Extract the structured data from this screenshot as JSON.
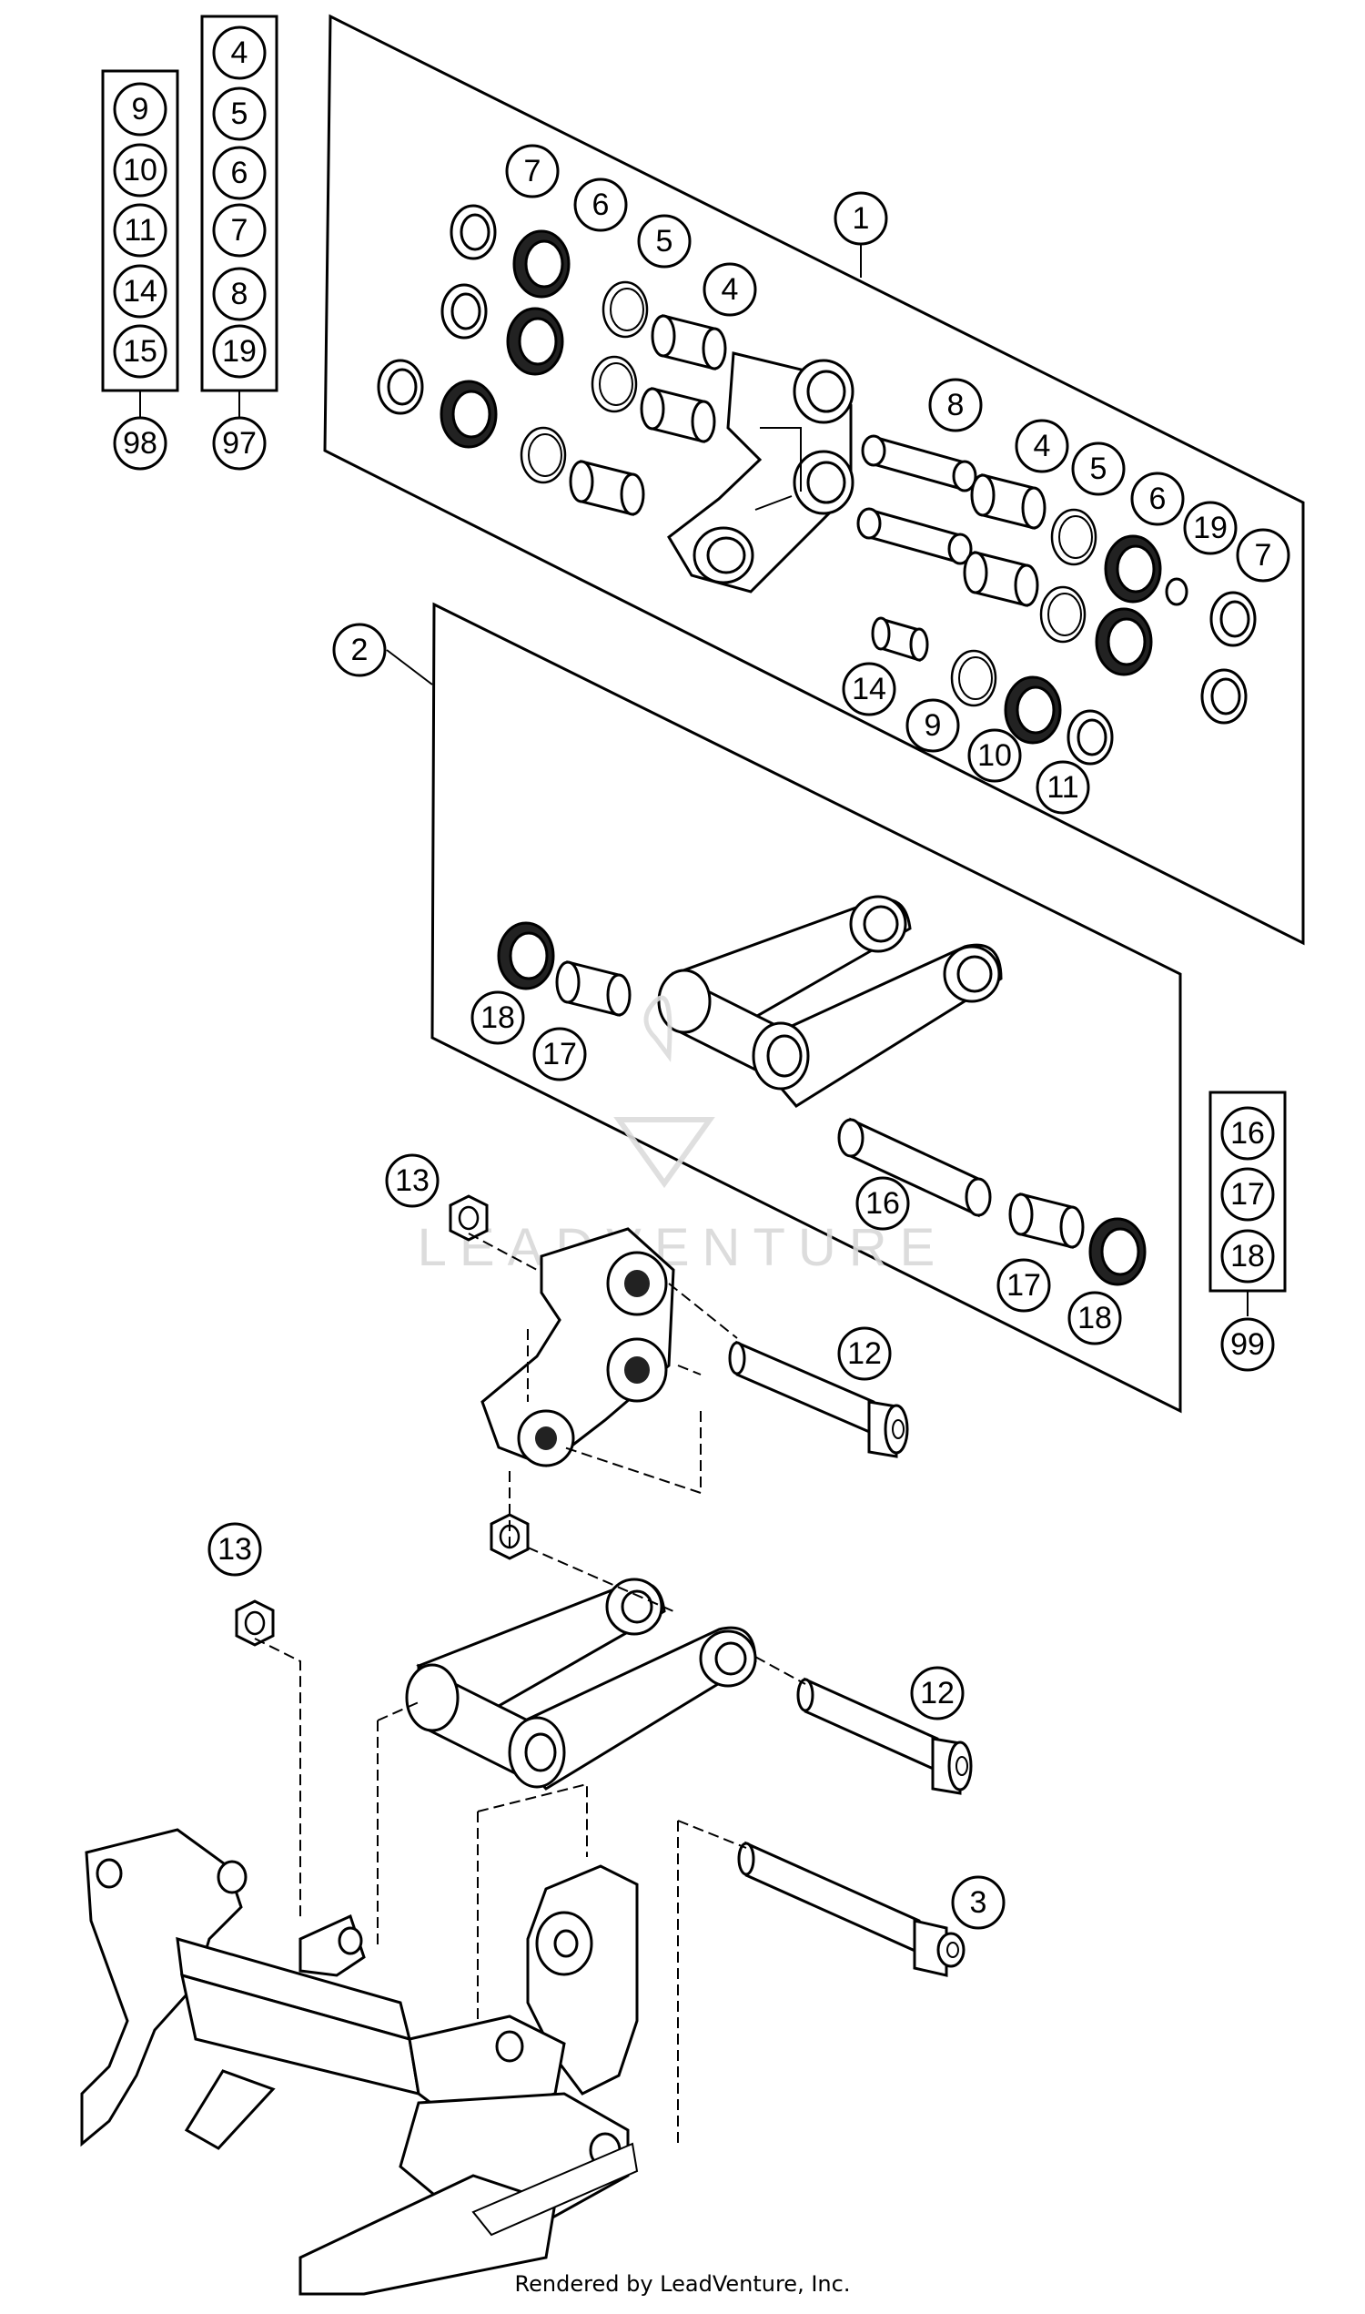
{
  "callouts": {
    "c1": "1",
    "c2": "2",
    "c3": "3",
    "c4a": "4",
    "c4b": "4",
    "c5a": "5",
    "c5b": "5",
    "c6a": "6",
    "c6b": "6",
    "c7a": "7",
    "c7b": "7",
    "c8": "8",
    "c9": "9",
    "c10": "10",
    "c11": "11",
    "c12a": "12",
    "c12b": "12",
    "c13a": "13",
    "c13b": "13",
    "c14": "14",
    "c16": "16",
    "c17a": "17",
    "c17b": "17",
    "c18a": "18",
    "c18b": "18",
    "c19": "19"
  },
  "kits": {
    "k98": {
      "items": [
        "9",
        "10",
        "11",
        "14",
        "15"
      ],
      "label": "98"
    },
    "k97": {
      "items": [
        "4",
        "5",
        "6",
        "7",
        "8",
        "19"
      ],
      "label": "97"
    },
    "k99": {
      "items": [
        "16",
        "17",
        "18"
      ],
      "label": "99"
    }
  },
  "watermark": "LEADVENTURE",
  "footer": "Rendered by LeadVenture, Inc."
}
